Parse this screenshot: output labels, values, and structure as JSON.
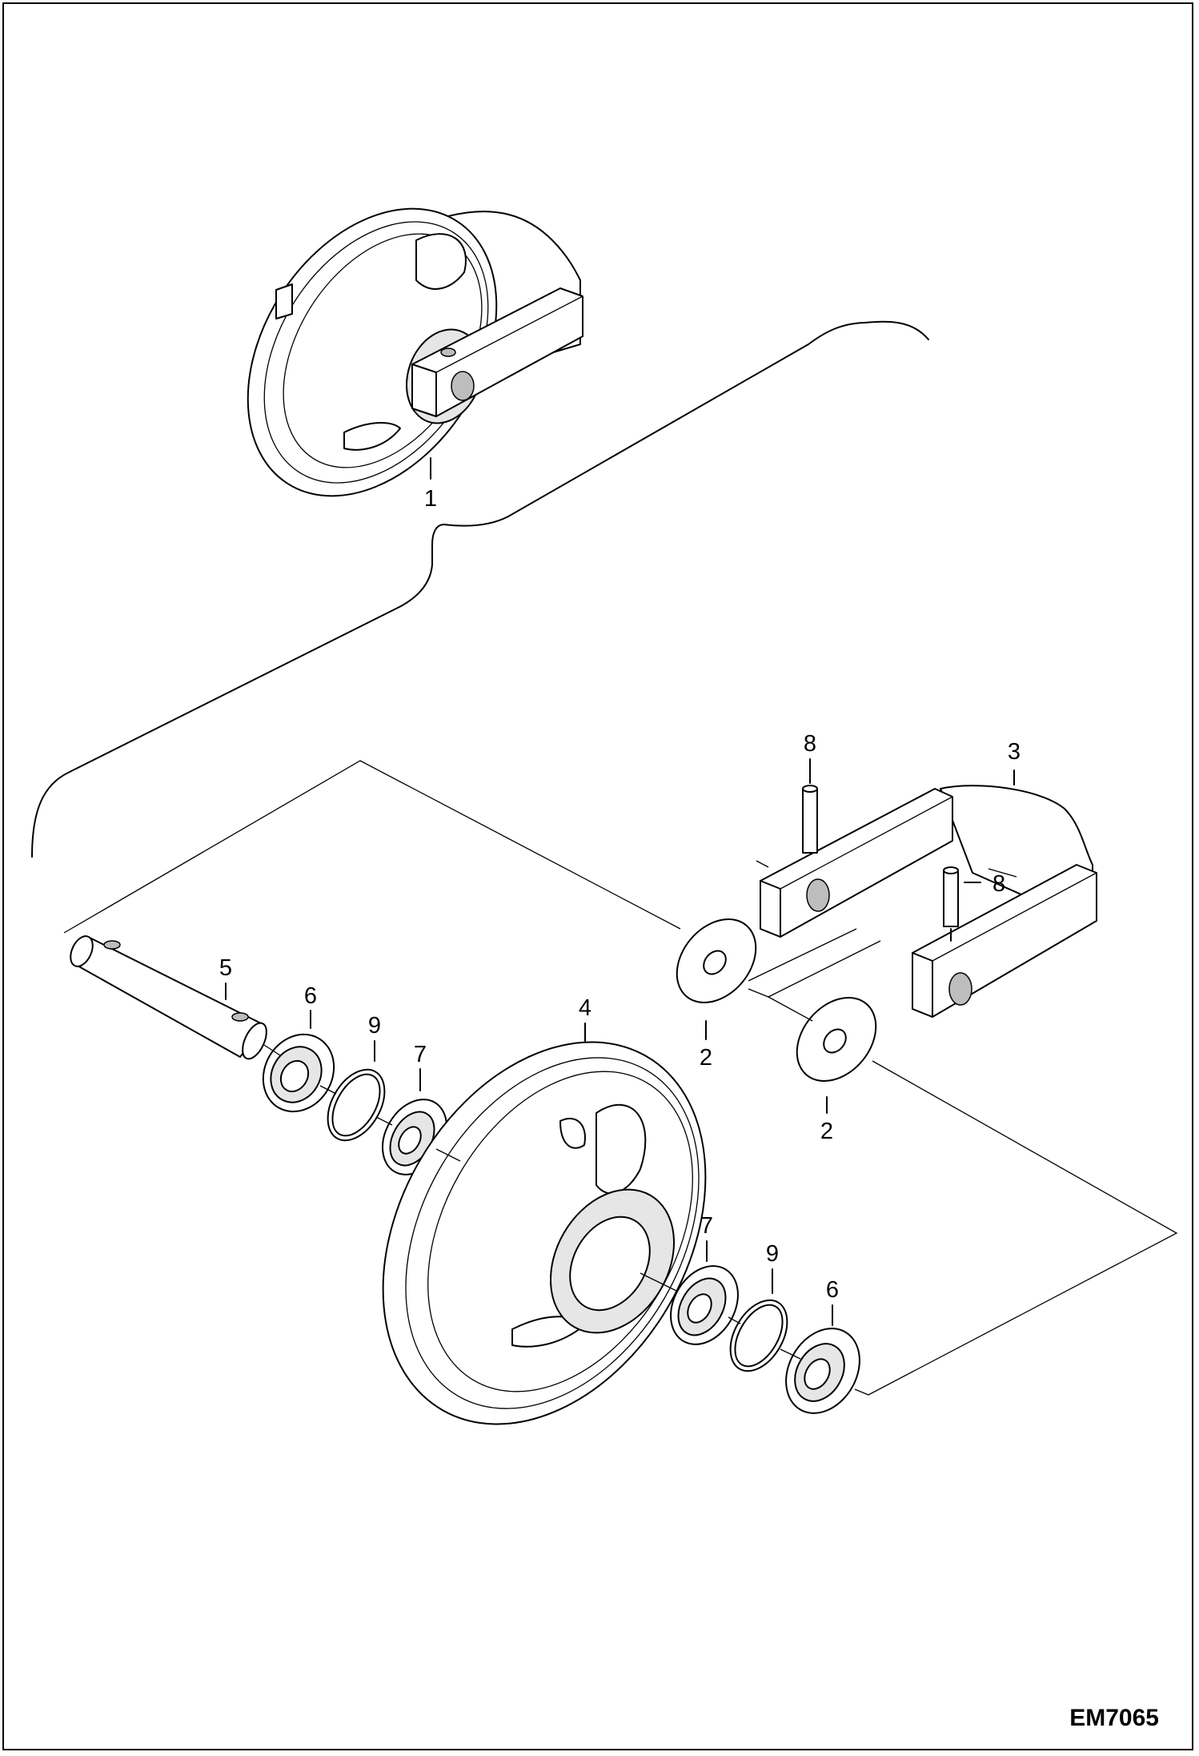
{
  "drawing_id": "EM7065",
  "callouts": [
    "1",
    "2",
    "2",
    "3",
    "4",
    "5",
    "6",
    "6",
    "7",
    "7",
    "8",
    "8",
    "9",
    "9"
  ]
}
